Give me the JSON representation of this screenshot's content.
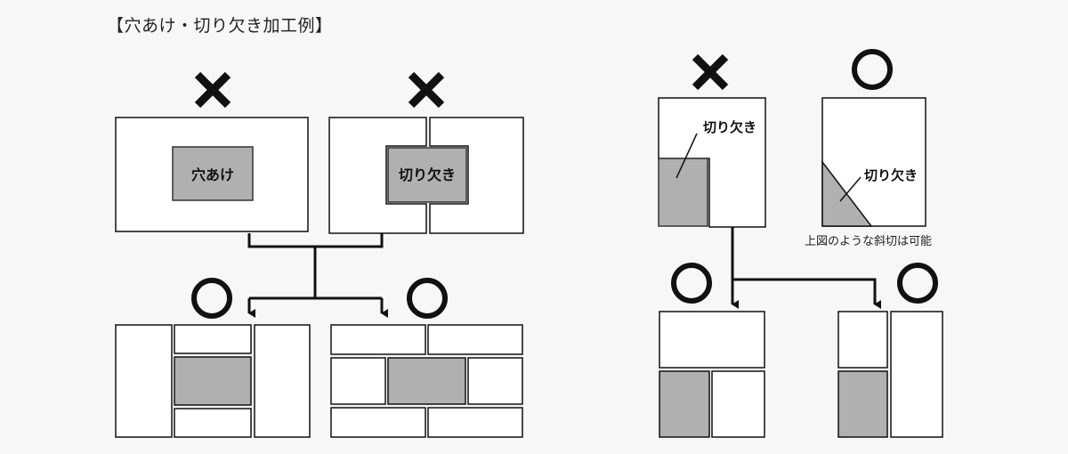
{
  "title": "【穴あけ・切り欠き加工例】",
  "labels": {
    "hole": "穴あけ",
    "notch": "切り欠き",
    "notch_tr": "切り欠き",
    "notch_diag": "切り欠き",
    "diag_note": "上図のような斜切は可能"
  },
  "marks": {
    "ng": "×",
    "ok": "○"
  },
  "colors": {
    "line": "#111111",
    "panel": "#ffffff",
    "hatch": "#b0b0b0",
    "background": "#f7f7f7"
  }
}
